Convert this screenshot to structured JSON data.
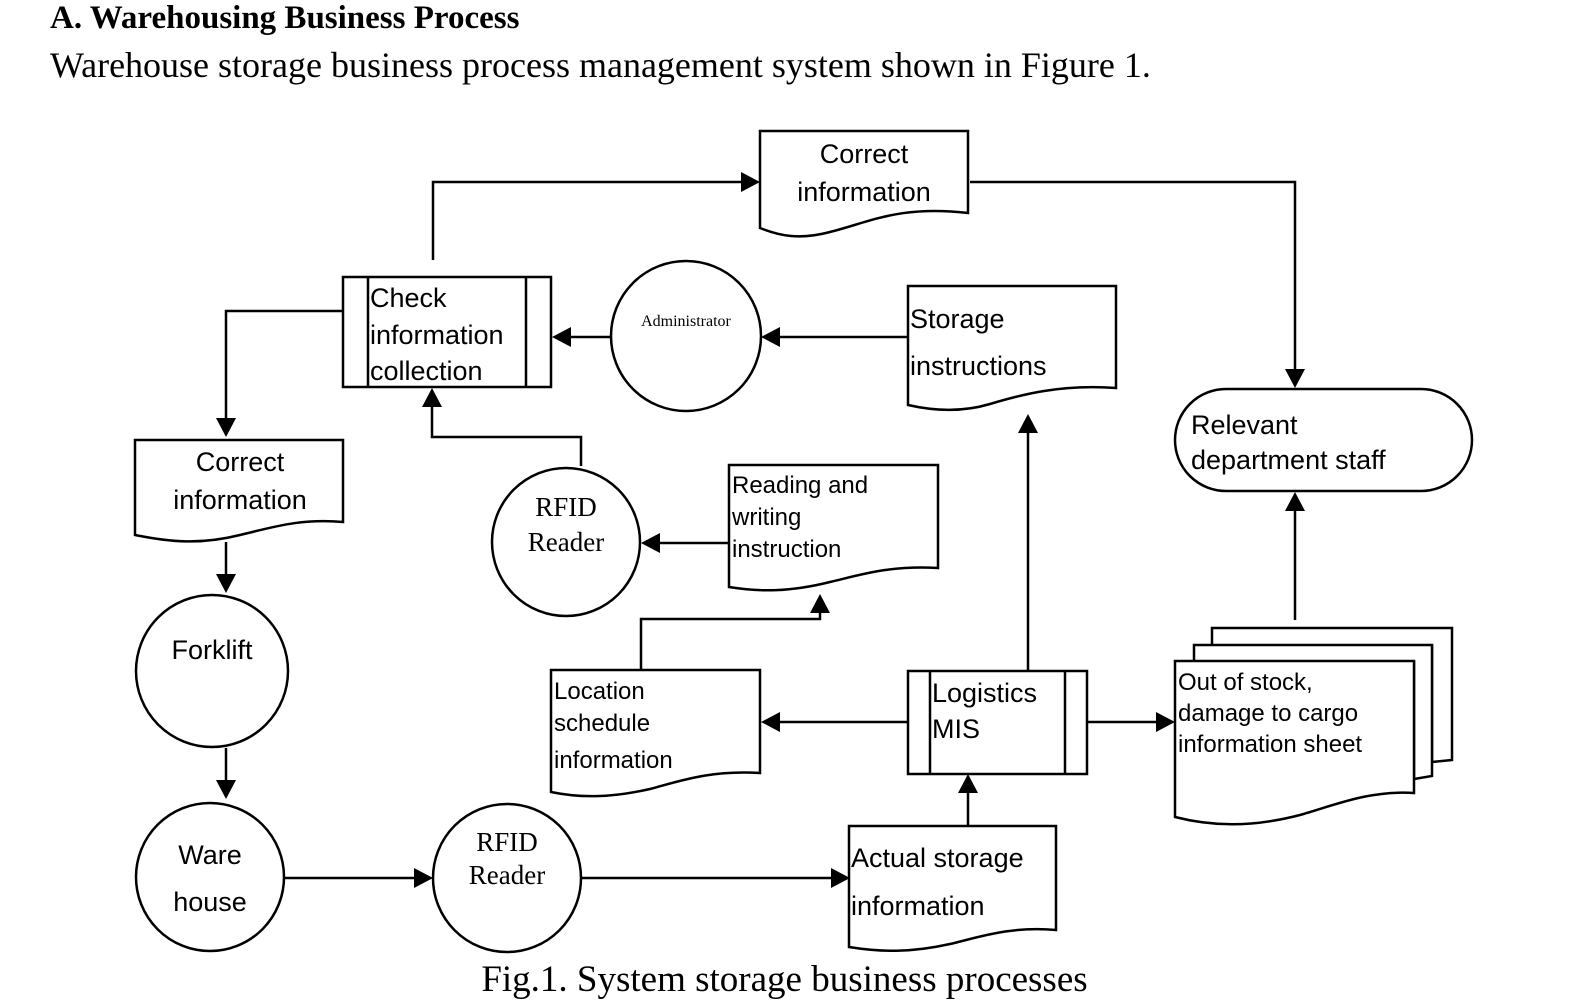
{
  "section": {
    "heading": "A. Warehousing Business Process",
    "intro": "Warehouse storage business process management system shown in Figure 1."
  },
  "diagram": {
    "nodes": {
      "correct_info_top": [
        "Correct",
        "information"
      ],
      "check_info": [
        "Check",
        "information",
        "collection"
      ],
      "administrator": [
        "Administrator"
      ],
      "storage_instructions": [
        "Storage",
        "instructions"
      ],
      "relevant_staff": [
        "Relevant",
        "department staff"
      ],
      "correct_info_left": [
        "Correct",
        "information"
      ],
      "rfid_reader_mid": [
        "RFID",
        "Reader"
      ],
      "rw_instruction": [
        "Reading and",
        "writing",
        "instruction"
      ],
      "forklift": [
        "Forklift"
      ],
      "location_schedule": [
        "Location",
        "schedule",
        "information"
      ],
      "logistics_mis": [
        "Logistics",
        "MIS"
      ],
      "out_of_stock": [
        "Out of stock,",
        "damage to cargo",
        "information sheet"
      ],
      "warehouse": [
        "Ware",
        "house"
      ],
      "rfid_reader_bottom": [
        "RFID",
        "Reader"
      ],
      "actual_storage": [
        "Actual storage",
        "information"
      ]
    }
  },
  "caption": "Fig.1. System storage business processes"
}
